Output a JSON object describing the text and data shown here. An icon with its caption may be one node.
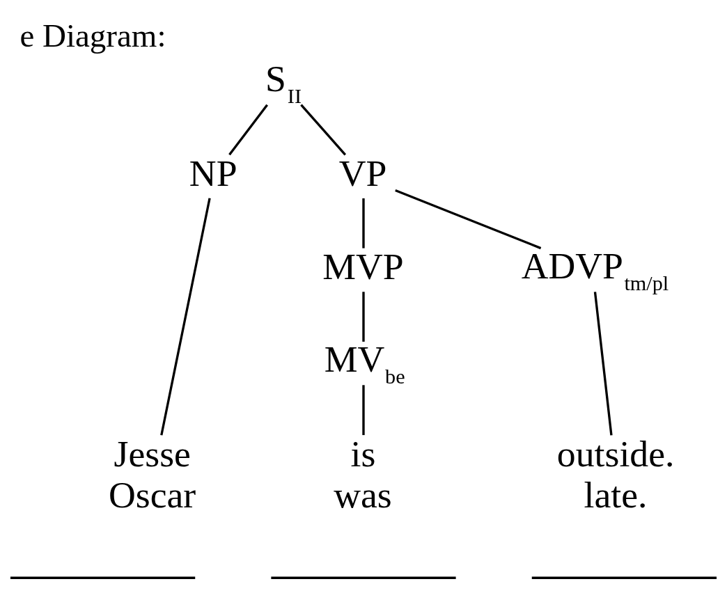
{
  "diagram": {
    "title": "e Diagram:",
    "nodes": [
      {
        "text": [
          "S$_{II}$"
        ]
      },
      {
        "text": [
          "NP"
        ]
      },
      {
        "text": [
          "VP"
        ]
      },
      {
        "text": [
          "MVP"
        ]
      },
      {
        "text": [
          "ADVP$_{tm/pl}$"
        ]
      },
      {
        "text": [
          "MV$_{be}$"
        ]
      },
      {
        "text": [
          "Jesse",
          "Oscar"
        ]
      },
      {
        "text": [
          "is",
          "was"
        ]
      },
      {
        "text": [
          "outside.",
          "late."
        ]
      },
      {
        "text": [],
        "shape": "line"
      },
      {
        "text": [],
        "shape": "line"
      },
      {
        "text": [],
        "shape": "line"
      }
    ],
    "edges": [
      {
        "from": 0,
        "to": 1,
        "arrow": "none"
      },
      {
        "from": 0,
        "to": 2,
        "arrow": "none"
      },
      {
        "from": 1,
        "to": 6,
        "arrow": "none"
      },
      {
        "from": 2,
        "to": 3,
        "arrow": "none"
      },
      {
        "from": 2,
        "to": 4,
        "arrow": "none"
      },
      {
        "from": 3,
        "to": 5,
        "arrow": "none"
      },
      {
        "from": 5,
        "to": 7,
        "arrow": "none"
      },
      {
        "from": 4,
        "to": 8,
        "arrow": "none"
      }
    ]
  }
}
